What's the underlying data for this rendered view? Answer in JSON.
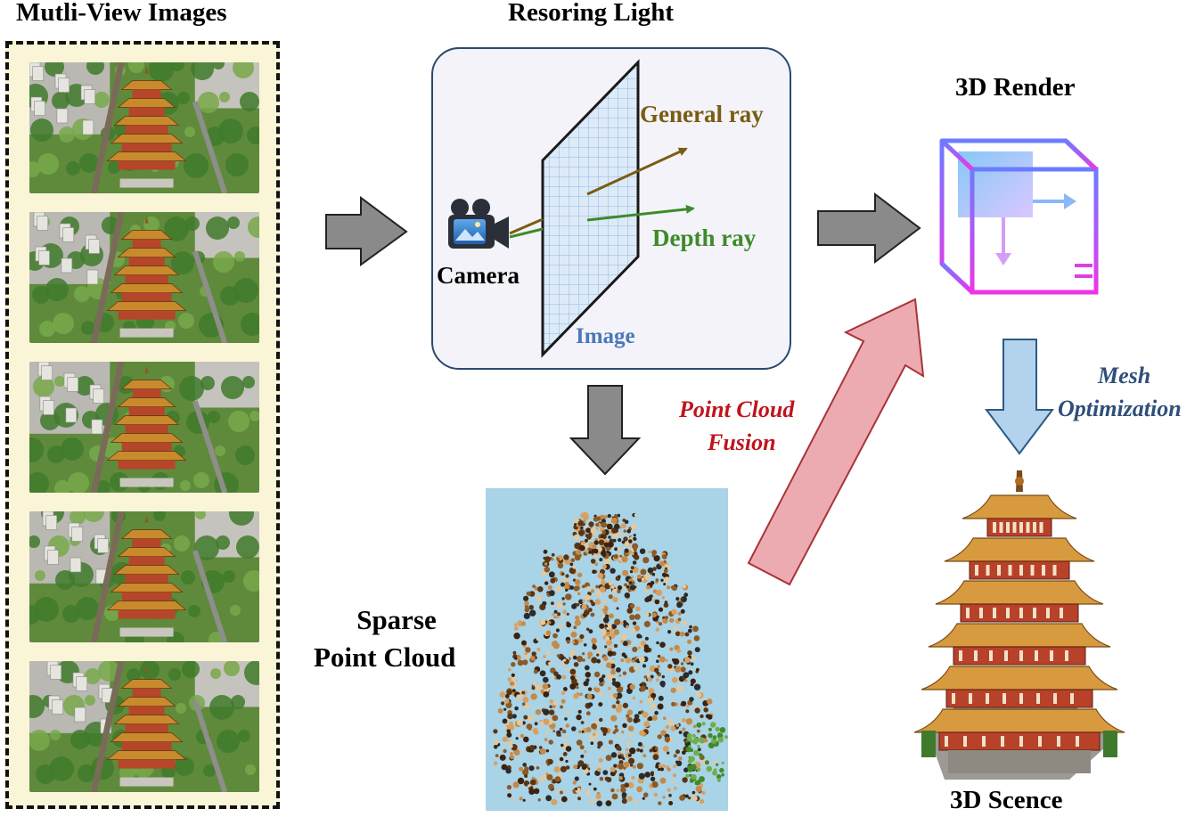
{
  "labels": {
    "multi_view_title": "Mutli-View Images",
    "restoring_light_title": "Resoring Light",
    "render_title": "3D Render",
    "camera": "Camera",
    "general_ray": "General ray",
    "depth_ray": "Depth ray",
    "image": "Image",
    "sparse_line1": "Sparse",
    "sparse_line2": "Point Cloud",
    "fusion_line1": "Point Cloud",
    "fusion_line2": "Fusion",
    "mesh_line1": "Mesh",
    "mesh_line2": "Optimization",
    "scene": "3D Scence"
  },
  "colors": {
    "general_ray": "#7a5c12",
    "depth_ray": "#3f8a2a",
    "image_label": "#4a78b8",
    "fusion_text": "#c0141c",
    "mesh_text": "#2f4f7a",
    "panel_bg": "#fbf5d8",
    "sky": "#a9d3e6",
    "grey_arrow": "#8a8a8a",
    "pink_arrow": "#ecabb0",
    "blue_arrow": "#b3d2ec"
  }
}
